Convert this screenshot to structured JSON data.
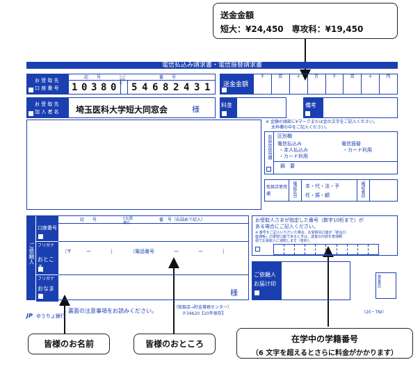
{
  "callout_top": {
    "title": "送金金額",
    "detail": "短大：¥24,450　専攻科：¥19,450"
  },
  "form": {
    "header": "電信払込み請求書・電信振替請求書",
    "recipient_account_label": [
      "お 受 取 先",
      "口 座 番 号"
    ],
    "kigo_label": "記　　号",
    "small_mark": "ﾁｪｯｸ 再発行",
    "bango_label": "番　　号",
    "account_kigo": [
      "1",
      "0",
      "3",
      "8",
      "0"
    ],
    "account_bango": [
      "5",
      "4",
      "6",
      "8",
      "2",
      "4",
      "3",
      "1"
    ],
    "recipient_name_label": [
      "お 受 取 先",
      "加 入 者 名"
    ],
    "recipient_name": "埼玉医科大学短大同窓会",
    "sama": "様",
    "amount_label": "送金金額",
    "amount_units": [
      "千",
      "百",
      "十",
      "万",
      "千",
      "百",
      "十",
      "円"
    ],
    "fee_label": "料金",
    "remarks_label": "備考",
    "notice": [
      "※ 金額の頭部に¥マークまたは金の文字をご記入ください。",
      "太枠欄の中をご記入ください。"
    ],
    "division_label": "取扱店使用欄",
    "kubun_label": "区別欄",
    "denshin_harai": "電信払込み",
    "denshin_furikae": "電信振替",
    "honnin": "・本人払込み",
    "card1": "・カード利用",
    "card2": "・カード利用",
    "tekiyo": "摘　要",
    "store_use": "取扱店使用欄",
    "kakunin": "確認区分",
    "names_row1": "本・代・法・予",
    "names_row2": "任・振・顧",
    "kakunin2": "確認者印",
    "requester_label": "ご依頼人",
    "account_no_label": "口座番号",
    "kigo2": "記　　号",
    "small2": "CD/再発行",
    "bango2": "番　号（右詰めで記入）",
    "furigana": "フリガナ",
    "address_label": "おところ",
    "postal": "（〒　　　ー　　　　）",
    "tel": "（電話番号　　　　ー　　　　ー　　　　）",
    "name_label": "おなまえ",
    "sama2": "様",
    "designated_note": [
      "お受取人さまが指定した番号（数字10桁まで）が",
      "ある場合にご記入ください。"
    ],
    "designated_small": [
      "※ 番号をご記入いただいた場合、お受取先口座が「総合口",
      "座通帳」の振替口座であるときは、送金の内容を普通郵",
      "便でお受取人に通知します（有料）。"
    ],
    "seal_label": [
      "ご依頼人",
      "お届け印"
    ],
    "inspect": "検査者印",
    "bank_name": "ゆうちょ銀行",
    "back_notice": "裏面の注意事項をお読みください。",
    "routing": "（取扱店→貯金事務センター）",
    "form_code": "チ34620【10年保存】",
    "form_code2": "（20・TNI）"
  },
  "callout_name": "皆様のお名前",
  "callout_address": "皆様のおところ",
  "callout_student": {
    "title": "在学中の学籍番号",
    "detail": "（6 文字を超えるとさらに料金がかかります）"
  },
  "colors": {
    "form_blue": "#1a3fb0",
    "callout_border": "#222222"
  }
}
